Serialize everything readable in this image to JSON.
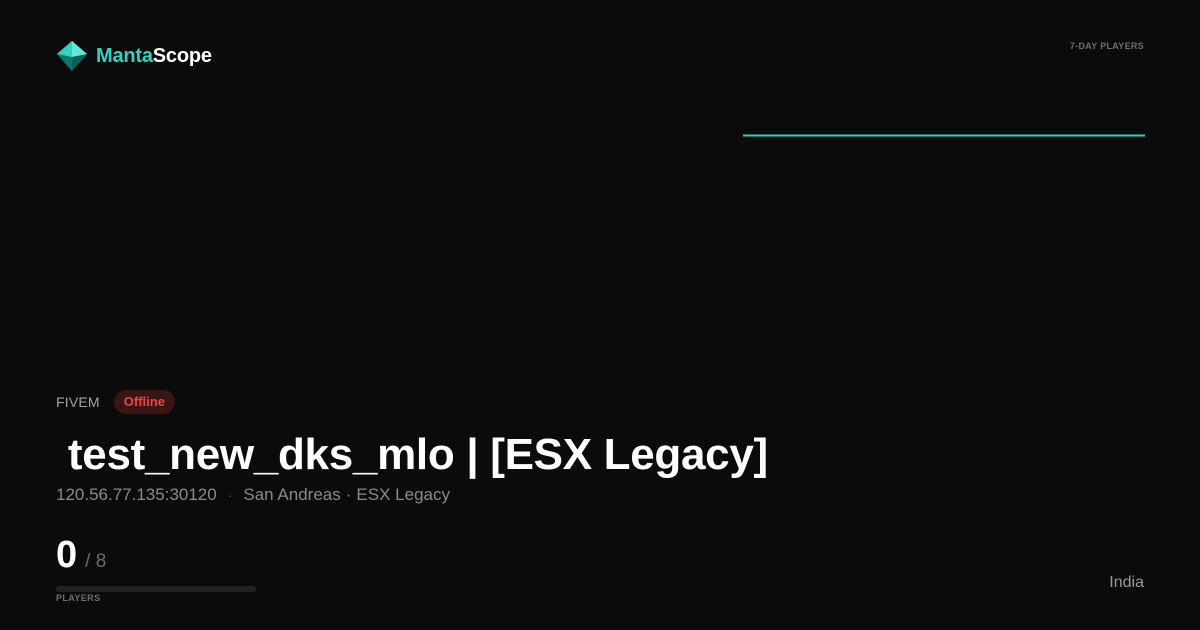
{
  "brand": {
    "name_part1": "Manta",
    "name_part2": "Scope",
    "logo_icon": "diamond-logo-icon",
    "accent_color": "#2dd4bf"
  },
  "sparkline": {
    "label": "7-DAY PLAYERS",
    "color": "#2dd4bf",
    "values": [
      0,
      0,
      0,
      0,
      0,
      0,
      0
    ]
  },
  "server": {
    "game": "FIVEM",
    "status": "Offline",
    "status_color": "#ef4444",
    "title": " test_new_dks_mlo | [ESX Legacy]",
    "address": "120.56.77.135:30120",
    "separator": "·",
    "map": "San Andreas",
    "gamemode": "ESX Legacy",
    "country": "India"
  },
  "players": {
    "current": "0",
    "max": "/ 8",
    "label": "PLAYERS",
    "fill_fraction": 0
  }
}
